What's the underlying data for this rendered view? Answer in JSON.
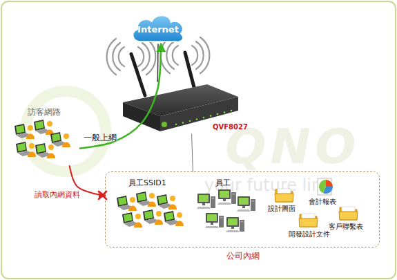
{
  "diagram": {
    "nodes": [
      {
        "text": [
          "Internet"
        ]
      },
      {
        "text": [
          "QVF8027"
        ]
      },
      {
        "text": [
          "訪客網路"
        ]
      },
      {
        "text": [
          "公司內網"
        ]
      }
    ],
    "edges": [
      {
        "from": 1,
        "to": 0,
        "arrow": "none"
      },
      {
        "from": 2,
        "to": 0,
        "arrow": "to",
        "label": "一般上網"
      },
      {
        "from": 2,
        "to": 3,
        "arrow": "to",
        "label": "讀取內網資料"
      },
      {
        "from": 1,
        "to": 3,
        "arrow": "none"
      }
    ],
    "labels": [
      "員工SSID1",
      "員工",
      "設計圖面",
      "會計報表",
      "開發設計文件",
      "客戶聯繫表",
      "your future line",
      "QNO"
    ]
  }
}
